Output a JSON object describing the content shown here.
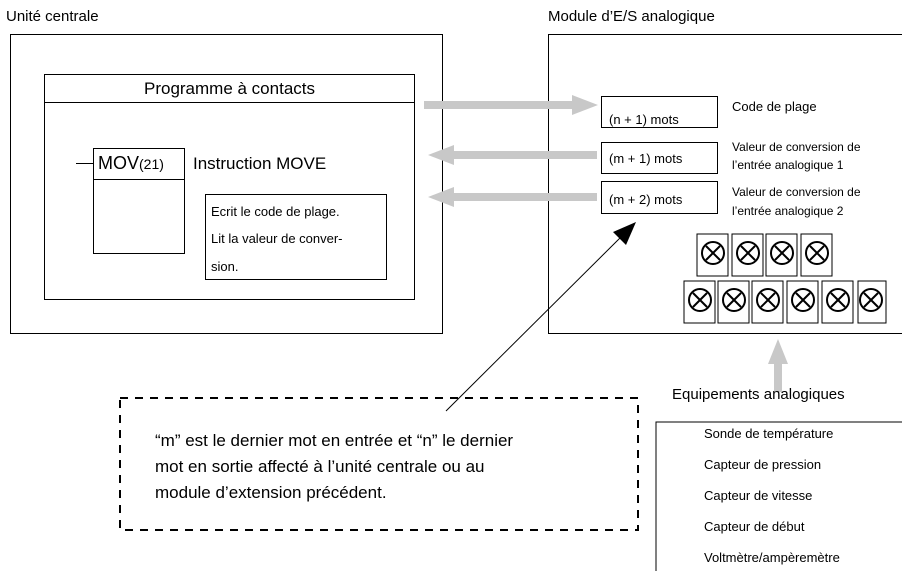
{
  "cpu": {
    "title": "Unité centrale",
    "ladder_title": "Programme à contacts",
    "mov_label": "MOV",
    "mov_code": "(21)",
    "instruction": "Instruction MOVE",
    "note_lines": [
      "Ecrit le code de plage.",
      "Lit la valeur de conver-",
      "sion."
    ]
  },
  "module": {
    "title": "Module d’E/S analogique",
    "words": [
      {
        "label": "(n + 1) mots",
        "desc": [
          "Code de plage"
        ]
      },
      {
        "label": "(m + 1) mots",
        "desc": [
          "Valeur de conversion de",
          "l’entrée analogique 1"
        ]
      },
      {
        "label": "(m + 2) mots",
        "desc": [
          "Valeur de conversion de",
          "l’entrée analogique 2"
        ]
      }
    ]
  },
  "devices": {
    "title": "Equipements  analogiques",
    "items": [
      "Sonde de température",
      "Capteur de pression",
      "Capteur de vitesse",
      "Capteur de début",
      "Voltmètre/ampèremètre"
    ]
  },
  "callout": {
    "lines": [
      "“m” est le dernier mot en entrée et “n” le dernier",
      "mot en sortie affecté à l’unité centrale ou au",
      "module d’extension précédent."
    ]
  },
  "colors": {
    "arrow": "#c8c8c8",
    "line": "#000000",
    "background": "#ffffff"
  }
}
